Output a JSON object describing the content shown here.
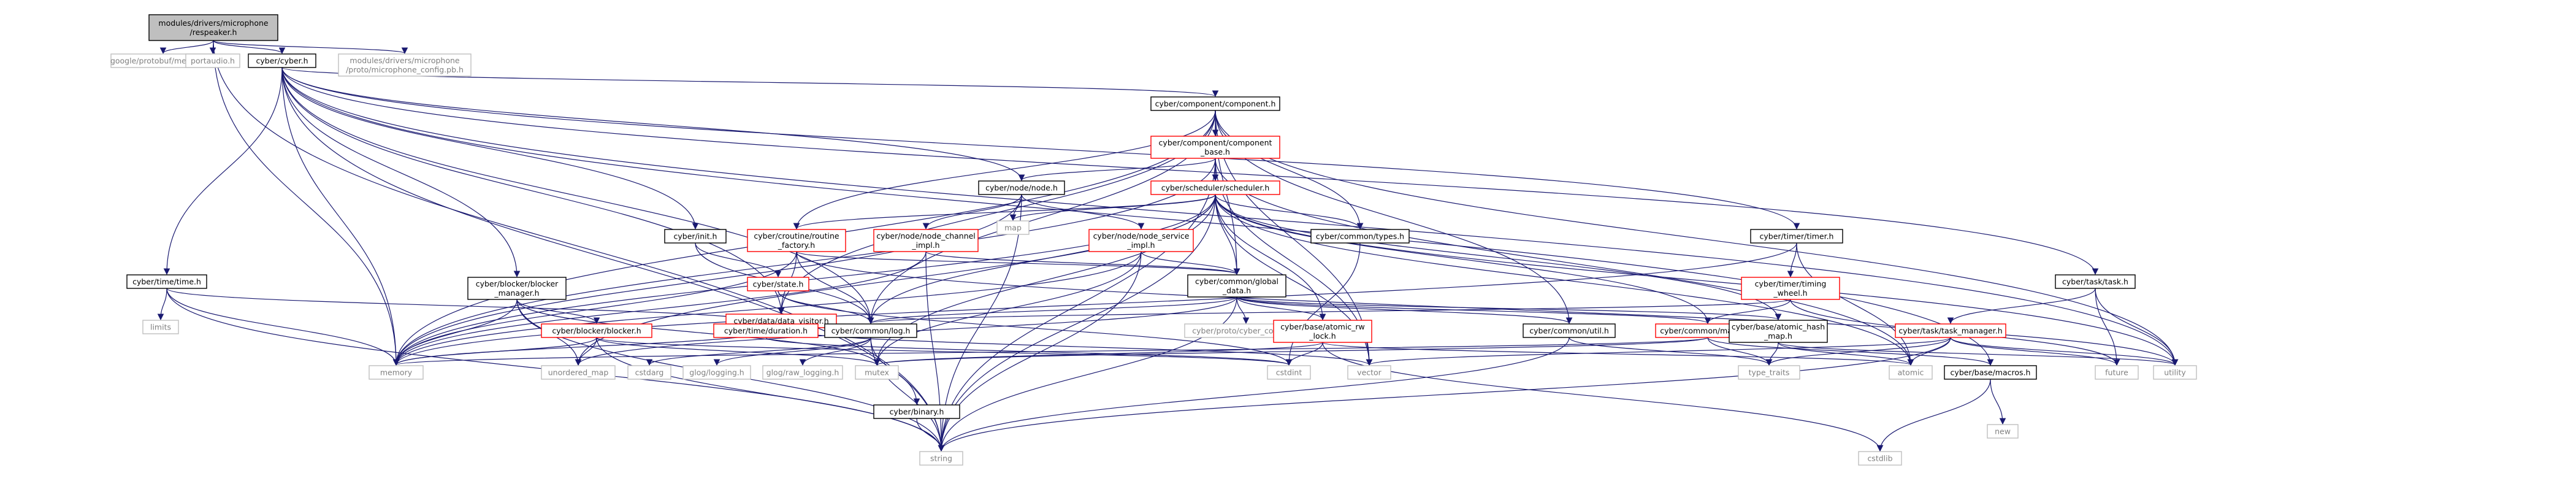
{
  "graph": {
    "colors": {
      "edge": "#191970",
      "root_fill": "#bfbfbf",
      "root_border": "#000000",
      "node_border": "#000000",
      "node_border_incomplete": "#ff0000",
      "external_border": "#bfbfbf",
      "external_text": "#808080",
      "text": "#000000"
    },
    "nodes": [
      {
        "id": "root",
        "lines": [
          "modules/drivers/microphone",
          "/respeaker.h"
        ],
        "kind": "root"
      },
      {
        "id": "protobuf_message",
        "lines": [
          "google/protobuf/message.h"
        ],
        "kind": "external"
      },
      {
        "id": "portaudio",
        "lines": [
          "portaudio.h"
        ],
        "kind": "external"
      },
      {
        "id": "cyber_h",
        "lines": [
          "cyber/cyber.h"
        ],
        "kind": "normal"
      },
      {
        "id": "microphone_conf",
        "lines": [
          "modules/drivers/microphone",
          "/proto/microphone_config.pb.h"
        ],
        "kind": "external"
      },
      {
        "id": "component",
        "lines": [
          "cyber/component/component.h"
        ],
        "kind": "normal"
      },
      {
        "id": "component_base",
        "lines": [
          "cyber/component/component",
          "_base.h"
        ],
        "kind": "incomplete"
      },
      {
        "id": "node",
        "lines": [
          "cyber/node/node.h"
        ],
        "kind": "normal"
      },
      {
        "id": "scheduler",
        "lines": [
          "cyber/scheduler/scheduler.h"
        ],
        "kind": "incomplete"
      },
      {
        "id": "init",
        "lines": [
          "cyber/init.h"
        ],
        "kind": "normal"
      },
      {
        "id": "routine_factory",
        "lines": [
          "cyber/croutine/routine",
          "_factory.h"
        ],
        "kind": "incomplete"
      },
      {
        "id": "node_channel_impl",
        "lines": [
          "cyber/node/node_channel",
          "_impl.h"
        ],
        "kind": "incomplete"
      },
      {
        "id": "node_service_impl",
        "lines": [
          "cyber/node/node_service",
          "_impl.h"
        ],
        "kind": "incomplete"
      },
      {
        "id": "map",
        "lines": [
          "map"
        ],
        "kind": "external"
      },
      {
        "id": "common_types",
        "lines": [
          "cyber/common/types.h"
        ],
        "kind": "normal"
      },
      {
        "id": "timer",
        "lines": [
          "cyber/timer/timer.h"
        ],
        "kind": "normal"
      },
      {
        "id": "task",
        "lines": [
          "cyber/task/task.h"
        ],
        "kind": "normal"
      },
      {
        "id": "time_h",
        "lines": [
          "cyber/time/time.h"
        ],
        "kind": "normal"
      },
      {
        "id": "limits",
        "lines": [
          "limits"
        ],
        "kind": "external"
      },
      {
        "id": "blocker_manager",
        "lines": [
          "cyber/blocker/blocker",
          "_manager.h"
        ],
        "kind": "normal"
      },
      {
        "id": "state",
        "lines": [
          "cyber/state.h"
        ],
        "kind": "incomplete"
      },
      {
        "id": "data_visitor",
        "lines": [
          "cyber/data/data_visitor.h"
        ],
        "kind": "incomplete"
      },
      {
        "id": "global_data",
        "lines": [
          "cyber/common/global",
          "_data.h"
        ],
        "kind": "normal"
      },
      {
        "id": "timing_wheel",
        "lines": [
          "cyber/timer/timing",
          "_wheel.h"
        ],
        "kind": "incomplete"
      },
      {
        "id": "blocker",
        "lines": [
          "cyber/blocker/blocker.h"
        ],
        "kind": "incomplete"
      },
      {
        "id": "duration",
        "lines": [
          "cyber/time/duration.h"
        ],
        "kind": "incomplete"
      },
      {
        "id": "log",
        "lines": [
          "cyber/common/log.h"
        ],
        "kind": "normal"
      },
      {
        "id": "cyber_conf",
        "lines": [
          "cyber/proto/cyber_conf.pb.h"
        ],
        "kind": "external"
      },
      {
        "id": "atomic_rw_lock",
        "lines": [
          "cyber/base/atomic_rw",
          "_lock.h"
        ],
        "kind": "incomplete"
      },
      {
        "id": "common_util",
        "lines": [
          "cyber/common/util.h"
        ],
        "kind": "normal"
      },
      {
        "id": "common_macros",
        "lines": [
          "cyber/common/macros.h"
        ],
        "kind": "incomplete"
      },
      {
        "id": "atomic_hash_map",
        "lines": [
          "cyber/base/atomic_hash",
          "_map.h"
        ],
        "kind": "normal"
      },
      {
        "id": "task_manager",
        "lines": [
          "cyber/task/task_manager.h"
        ],
        "kind": "incomplete"
      },
      {
        "id": "base_macros",
        "lines": [
          "cyber/base/macros.h"
        ],
        "kind": "normal"
      },
      {
        "id": "memory",
        "lines": [
          "memory"
        ],
        "kind": "external"
      },
      {
        "id": "unordered_map",
        "lines": [
          "unordered_map"
        ],
        "kind": "external"
      },
      {
        "id": "cstdarg",
        "lines": [
          "cstdarg"
        ],
        "kind": "external"
      },
      {
        "id": "glog_logging",
        "lines": [
          "glog/logging.h"
        ],
        "kind": "external"
      },
      {
        "id": "glog_raw_logging",
        "lines": [
          "glog/raw_logging.h"
        ],
        "kind": "external"
      },
      {
        "id": "mutex",
        "lines": [
          "mutex"
        ],
        "kind": "external"
      },
      {
        "id": "cstdint",
        "lines": [
          "cstdint"
        ],
        "kind": "external"
      },
      {
        "id": "vector",
        "lines": [
          "vector"
        ],
        "kind": "external"
      },
      {
        "id": "type_traits",
        "lines": [
          "type_traits"
        ],
        "kind": "external"
      },
      {
        "id": "atomic",
        "lines": [
          "atomic"
        ],
        "kind": "external"
      },
      {
        "id": "future",
        "lines": [
          "future"
        ],
        "kind": "external"
      },
      {
        "id": "utility",
        "lines": [
          "utility"
        ],
        "kind": "external"
      },
      {
        "id": "binary",
        "lines": [
          "cyber/binary.h"
        ],
        "kind": "normal"
      },
      {
        "id": "string",
        "lines": [
          "string"
        ],
        "kind": "external"
      },
      {
        "id": "cstdlib",
        "lines": [
          "cstdlib"
        ],
        "kind": "external"
      },
      {
        "id": "new",
        "lines": [
          "new"
        ],
        "kind": "external"
      }
    ],
    "edges": [
      [
        "root",
        "protobuf_message"
      ],
      [
        "root",
        "portaudio"
      ],
      [
        "root",
        "cyber_h"
      ],
      [
        "root",
        "microphone_conf"
      ],
      [
        "root",
        "memory"
      ],
      [
        "root",
        "string"
      ],
      [
        "cyber_h",
        "component"
      ],
      [
        "cyber_h",
        "node"
      ],
      [
        "cyber_h",
        "init"
      ],
      [
        "cyber_h",
        "log"
      ],
      [
        "cyber_h",
        "time_h"
      ],
      [
        "cyber_h",
        "timer"
      ],
      [
        "cyber_h",
        "task"
      ],
      [
        "cyber_h",
        "blocker_manager"
      ],
      [
        "cyber_h",
        "data_visitor"
      ],
      [
        "cyber_h",
        "memory"
      ],
      [
        "cyber_h",
        "string"
      ],
      [
        "cyber_h",
        "utility"
      ],
      [
        "cyber_h",
        "base_macros"
      ],
      [
        "component",
        "component_base"
      ],
      [
        "component",
        "scheduler"
      ],
      [
        "component",
        "common_types"
      ],
      [
        "component",
        "common_util"
      ],
      [
        "component",
        "routine_factory"
      ],
      [
        "component",
        "data_visitor"
      ],
      [
        "component",
        "global_data"
      ],
      [
        "component",
        "log"
      ],
      [
        "component",
        "memory"
      ],
      [
        "component",
        "vector"
      ],
      [
        "component",
        "utility"
      ],
      [
        "component_base",
        "node"
      ],
      [
        "component_base",
        "scheduler"
      ],
      [
        "component_base",
        "memory"
      ],
      [
        "component_base",
        "string"
      ],
      [
        "component_base",
        "vector"
      ],
      [
        "component_base",
        "atomic"
      ],
      [
        "node",
        "node_channel_impl"
      ],
      [
        "node",
        "node_service_impl"
      ],
      [
        "node",
        "map"
      ],
      [
        "node",
        "memory"
      ],
      [
        "node",
        "string"
      ],
      [
        "scheduler",
        "routine_factory"
      ],
      [
        "scheduler",
        "common_types"
      ],
      [
        "scheduler",
        "global_data"
      ],
      [
        "scheduler",
        "log"
      ],
      [
        "scheduler",
        "common_macros"
      ],
      [
        "scheduler",
        "atomic_rw_lock"
      ],
      [
        "scheduler",
        "atomic_hash_map"
      ],
      [
        "scheduler",
        "map"
      ],
      [
        "scheduler",
        "memory"
      ],
      [
        "scheduler",
        "mutex"
      ],
      [
        "scheduler",
        "string"
      ],
      [
        "scheduler",
        "unordered_map"
      ],
      [
        "scheduler",
        "vector"
      ],
      [
        "scheduler",
        "atomic"
      ],
      [
        "scheduler",
        "utility"
      ],
      [
        "init",
        "state"
      ],
      [
        "init",
        "log"
      ],
      [
        "routine_factory",
        "data_visitor"
      ],
      [
        "routine_factory",
        "log"
      ],
      [
        "routine_factory",
        "global_data"
      ],
      [
        "routine_factory",
        "memory"
      ],
      [
        "routine_factory",
        "utility"
      ],
      [
        "node_channel_impl",
        "global_data"
      ],
      [
        "node_channel_impl",
        "memory"
      ],
      [
        "node_channel_impl",
        "string"
      ],
      [
        "node_service_impl",
        "global_data"
      ],
      [
        "node_service_impl",
        "memory"
      ],
      [
        "node_service_impl",
        "string"
      ],
      [
        "node_service_impl",
        "mutex"
      ],
      [
        "common_types",
        "cstdint"
      ],
      [
        "timer",
        "timing_wheel"
      ],
      [
        "timer",
        "atomic"
      ],
      [
        "timer",
        "memory"
      ],
      [
        "task",
        "task_manager"
      ],
      [
        "task",
        "future"
      ],
      [
        "task",
        "utility"
      ],
      [
        "time_h",
        "duration"
      ],
      [
        "time_h",
        "limits"
      ],
      [
        "time_h",
        "string"
      ],
      [
        "time_h",
        "memory"
      ],
      [
        "blocker_manager",
        "blocker"
      ],
      [
        "blocker_manager",
        "memory"
      ],
      [
        "blocker_manager",
        "mutex"
      ],
      [
        "blocker_manager",
        "string"
      ],
      [
        "blocker_manager",
        "unordered_map"
      ],
      [
        "state",
        "log"
      ],
      [
        "state",
        "cstdint"
      ],
      [
        "data_visitor",
        "log"
      ],
      [
        "data_visitor",
        "memory"
      ],
      [
        "data_visitor",
        "vector"
      ],
      [
        "global_data",
        "cyber_conf"
      ],
      [
        "global_data",
        "atomic_rw_lock"
      ],
      [
        "global_data",
        "common_util"
      ],
      [
        "global_data",
        "common_macros"
      ],
      [
        "global_data",
        "atomic_hash_map"
      ],
      [
        "global_data",
        "log"
      ],
      [
        "global_data",
        "unordered_map"
      ],
      [
        "global_data",
        "string"
      ],
      [
        "timing_wheel",
        "common_macros"
      ],
      [
        "timing_wheel",
        "log"
      ],
      [
        "timing_wheel",
        "future"
      ],
      [
        "blocker",
        "memory"
      ],
      [
        "blocker",
        "mutex"
      ],
      [
        "blocker",
        "string"
      ],
      [
        "blocker",
        "unordered_map"
      ],
      [
        "blocker",
        "cstdint"
      ],
      [
        "duration",
        "cstdint"
      ],
      [
        "log",
        "cstdarg"
      ],
      [
        "log",
        "glog_logging"
      ],
      [
        "log",
        "glog_raw_logging"
      ],
      [
        "log",
        "binary"
      ],
      [
        "log",
        "string"
      ],
      [
        "atomic_rw_lock",
        "cstdint"
      ],
      [
        "atomic_rw_lock",
        "cstdlib"
      ],
      [
        "atomic_rw_lock",
        "mutex"
      ],
      [
        "atomic_rw_lock",
        "atomic"
      ],
      [
        "common_util",
        "type_traits"
      ],
      [
        "common_util",
        "string"
      ],
      [
        "common_macros",
        "type_traits"
      ],
      [
        "common_macros",
        "mutex"
      ],
      [
        "common_macros",
        "memory"
      ],
      [
        "common_macros",
        "base_macros"
      ],
      [
        "atomic_hash_map",
        "type_traits"
      ],
      [
        "atomic_hash_map",
        "atomic"
      ],
      [
        "atomic_hash_map",
        "utility"
      ],
      [
        "task_manager",
        "type_traits"
      ],
      [
        "task_manager",
        "atomic"
      ],
      [
        "task_manager",
        "future"
      ],
      [
        "task_manager",
        "vector"
      ],
      [
        "task_manager",
        "string"
      ],
      [
        "task_manager",
        "utility"
      ],
      [
        "base_macros",
        "cstdlib"
      ],
      [
        "base_macros",
        "new"
      ],
      [
        "binary",
        "string"
      ]
    ]
  }
}
